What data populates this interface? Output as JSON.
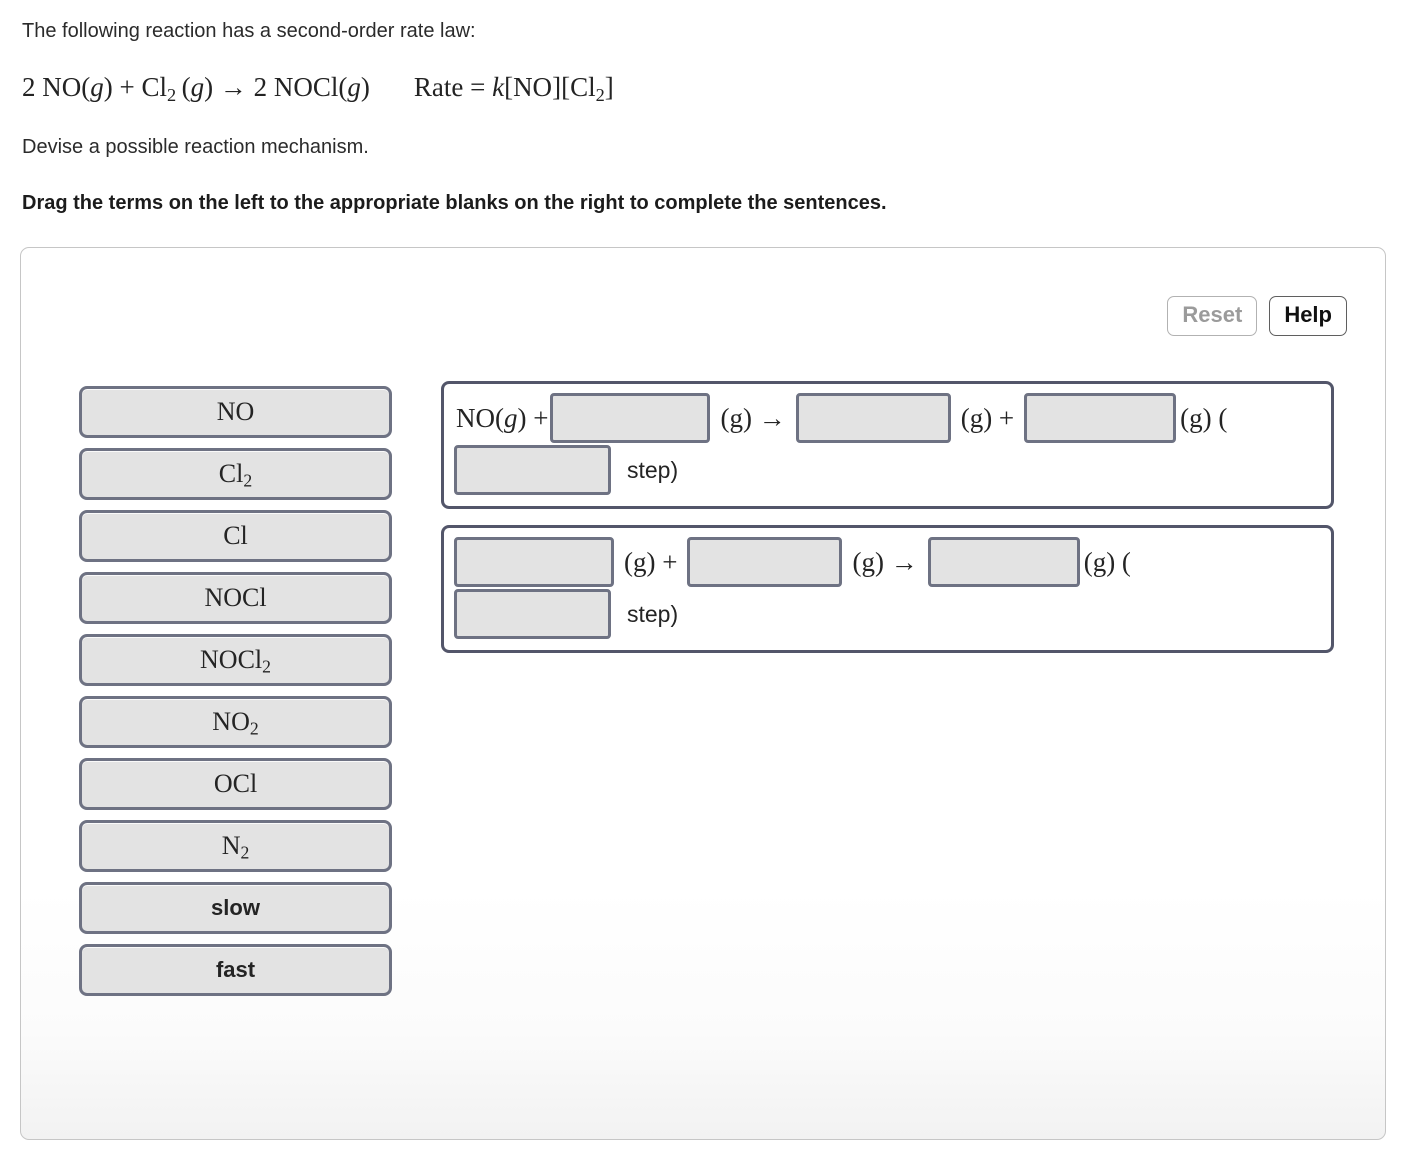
{
  "intro": {
    "line1": "The following reaction has a second-order rate law:",
    "line2": "Devise a possible reaction mechanism.",
    "instruction": "Drag the terms on the left to the appropriate blanks on the right to complete the sentences."
  },
  "equation": {
    "reaction": "2 NO(g) + Cl2 (g) -> 2 NOCl(g)",
    "coefficient_no": "2",
    "species_no": "NO",
    "state_g": "g",
    "plus": "+",
    "species_cl2": "Cl",
    "cl2_sub": "2",
    "arrow": "→",
    "coefficient_nocl": "2",
    "species_nocl": "NOCl",
    "rate_label": "Rate",
    "equals": "=",
    "rate_k": "k",
    "rate_bracket1_open": "[",
    "rate_bracket1": "NO",
    "rate_bracket1_close": "]",
    "rate_bracket2_open": "[",
    "rate_bracket2": "Cl",
    "rate_bracket2_sub": "2",
    "rate_bracket2_close": "]"
  },
  "toolbar": {
    "reset_label": "Reset",
    "help_label": "Help",
    "reset_enabled": false,
    "help_enabled": true
  },
  "bank": {
    "tiles": [
      {
        "id": "no",
        "base": "NO",
        "sub": "",
        "style": "serif"
      },
      {
        "id": "cl2",
        "base": "Cl",
        "sub": "2",
        "style": "serif"
      },
      {
        "id": "cl",
        "base": "Cl",
        "sub": "",
        "style": "serif"
      },
      {
        "id": "nocl",
        "base": "NOCl",
        "sub": "",
        "style": "serif"
      },
      {
        "id": "nocl2",
        "base": "NOCl",
        "sub": "2",
        "style": "serif"
      },
      {
        "id": "no2",
        "base": "NO",
        "sub": "2",
        "style": "serif"
      },
      {
        "id": "ocl",
        "base": "OCl",
        "sub": "",
        "style": "serif"
      },
      {
        "id": "n2",
        "base": "N",
        "sub": "2",
        "style": "serif"
      },
      {
        "id": "slow",
        "base": "slow",
        "sub": "",
        "style": "sans"
      },
      {
        "id": "fast",
        "base": "fast",
        "sub": "",
        "style": "sans"
      }
    ]
  },
  "steps": [
    {
      "id": "step-1",
      "lead_species": "NO(",
      "lead_state": "g",
      "lead_close": ") +",
      "state_1": "(g) →",
      "state_2": "(g) +",
      "state_3": "(g) (",
      "step_word": "step)",
      "blank_count": 3,
      "speed_blank": true
    },
    {
      "id": "step-2",
      "lead_species": "",
      "lead_state": "",
      "lead_close": "",
      "state_1": "(g) +",
      "state_2": "(g) →",
      "state_3": "(g) (",
      "step_word": "step)",
      "blank_count": 3,
      "speed_blank": true
    }
  ],
  "colors": {
    "tile_fill": "#e3e3e3",
    "tile_border": "#6e7283",
    "step_border": "#53566a",
    "panel_border": "#c6c6c6",
    "text": "#242424"
  }
}
